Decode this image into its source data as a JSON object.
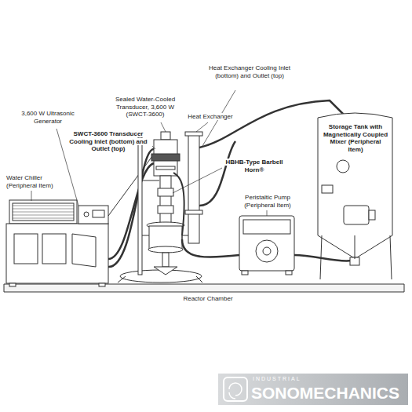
{
  "diagram": {
    "labels": [
      "Sealed Water-Cooled Transducer, 3,600 W (SWCT-3600)",
      "Heat Exchanger Cooling Inlet (bottom) and Outlet (top)",
      "Heat Exchanger",
      "Storage Tank with Magnetically Coupled Mixer (Peripheral Item)",
      "3,600 W Ultrasonic Generator",
      "SWCT-3600 Transducer Cooling Inlet (bottom) and Outlet (top)",
      "HBHB-Type Barbell Horn®",
      "Water Chiller (Peripheral Item)",
      "Peristaltic Pump (Peripheral Item)",
      "Reactor Chamber",
      "INDUSTRIAL",
      "SONOMECHANICS"
    ]
  }
}
